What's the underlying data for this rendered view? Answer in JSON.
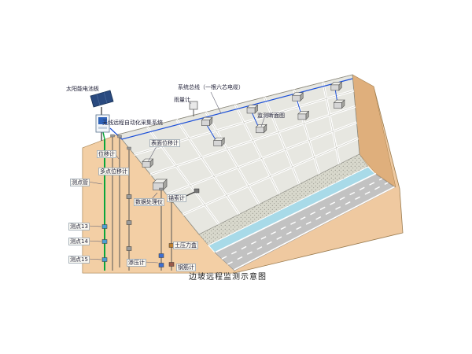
{
  "caption": "边坡远程监测示意图",
  "labels": {
    "solar_panel": "太阳能电池板",
    "system_bus": "系统总线（一根六芯电缆）",
    "rain_gauge": "雨量计",
    "monitor_section": "监测断面图",
    "wireless_system": "无线远程自动化采集系统",
    "surface_displacement": "表面位移计",
    "displacement": "位移计",
    "multipoint_displacement": "多点位移计",
    "measure_tube": "测点管",
    "data_processor": "数据处理仪",
    "anchor_meter": "锚索计",
    "point_13": "测点13",
    "point_14": "测点14",
    "point_15": "测点15",
    "piezometer": "渗压计",
    "earth_pressure_cell": "土压力盒",
    "rebar_meter": "钢筋计"
  },
  "colors": {
    "ground_tan": "#EFC9A0",
    "cross_section_tan": "#F3CFA5",
    "slope_grid": "#E7E7E1",
    "road_gray": "#C2C2C2",
    "drain_blue": "#A8DAE8",
    "cable_blue": "#1B4FD8",
    "cable_green": "#0AA63A",
    "solar_panel_navy": "#2A4A7F"
  }
}
